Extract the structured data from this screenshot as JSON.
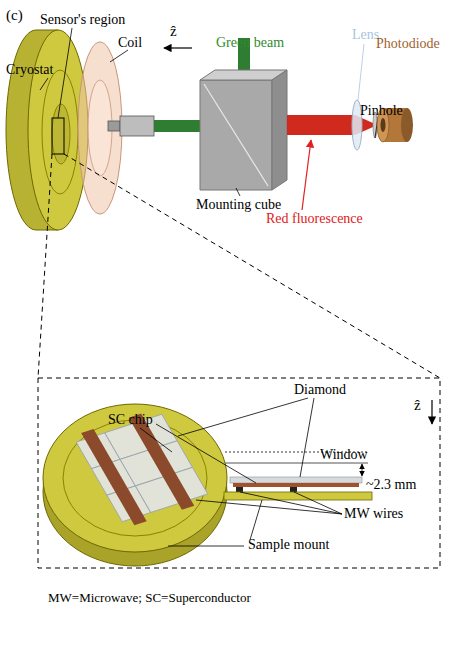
{
  "diagram": {
    "caption": "MW=Microwave; SC=Superconductor",
    "labels": [
      "(c)",
      "Sensor's region",
      "Coil",
      "Cryostat",
      "ẑ",
      "Green beam",
      "Lens",
      "Photodiode",
      "Pinhole",
      "Mounting cube",
      "Red fluorescence",
      "Diamond",
      "SC chip",
      "ẑ",
      "Window",
      "~2.3 mm",
      "MW wires",
      "Sample mount"
    ]
  }
}
